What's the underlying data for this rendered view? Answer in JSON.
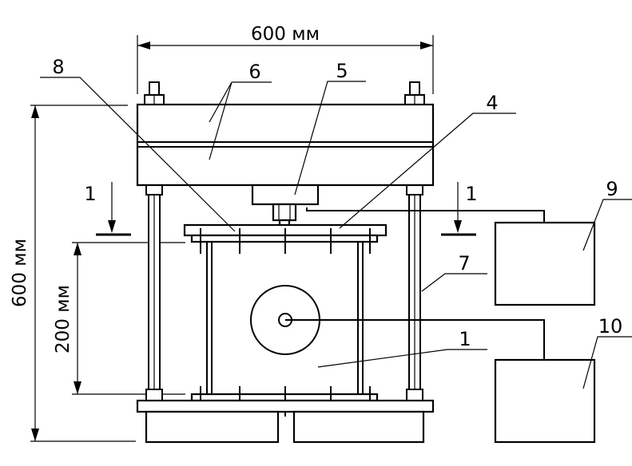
{
  "dimensions": {
    "width_label": "600 мм",
    "height_label": "600 мм",
    "sample_height_label": "200 мм"
  },
  "section": {
    "left_label": "1",
    "right_label": "1"
  },
  "callouts": {
    "c1": "1",
    "c4": "4",
    "c5": "5",
    "c6": "6",
    "c7": "7",
    "c8": "8",
    "c9": "9",
    "c10": "10"
  }
}
